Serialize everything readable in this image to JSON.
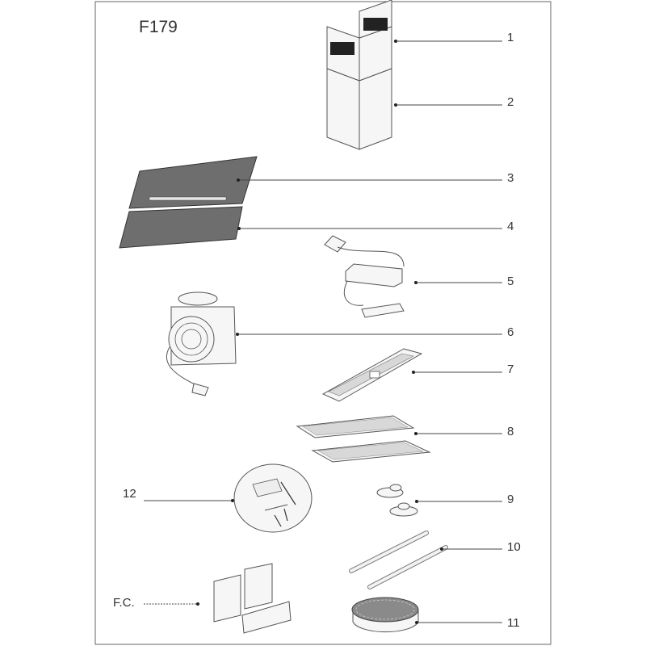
{
  "title": "F179",
  "callouts": [
    {
      "id": "1",
      "text": "1"
    },
    {
      "id": "2",
      "text": "2"
    },
    {
      "id": "3",
      "text": "3"
    },
    {
      "id": "4",
      "text": "4"
    },
    {
      "id": "5",
      "text": "5"
    },
    {
      "id": "6",
      "text": "6"
    },
    {
      "id": "7",
      "text": "7"
    },
    {
      "id": "8",
      "text": "8"
    },
    {
      "id": "9",
      "text": "9"
    },
    {
      "id": "10",
      "text": "10"
    },
    {
      "id": "11",
      "text": "11"
    },
    {
      "id": "12",
      "text": "12"
    },
    {
      "id": "fc",
      "text": "F.C."
    }
  ]
}
